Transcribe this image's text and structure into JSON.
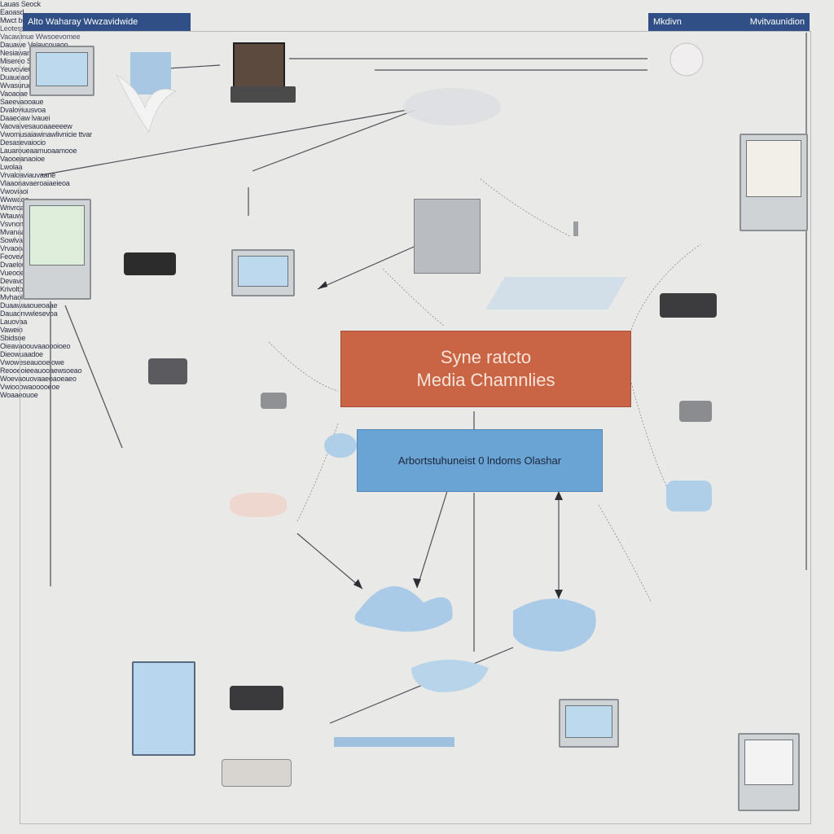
{
  "top_left_banner": "Alto Waharay Wwzavidwide",
  "top_right_banner": {
    "left": "Mkdivn",
    "right": "Mvitvaunidion"
  },
  "center": {
    "title_line1": "Syne ratcto",
    "title_line2": "Media Chamnlies",
    "subtitle": "Arbortstuhuneist 0 lndoms Olashar"
  },
  "clouds": {
    "left_label": "Krivoltoweonel",
    "right_label": "Mvhaolvvroun"
  },
  "labels": {
    "top_laptop": "Lauas Seock",
    "top_right_small": "Eaoasd",
    "cloud_top": "Mwct bedlvees",
    "cloud_top_desc_1": "Leotessa neuwtvsd bvaes aoaudoaaue",
    "cloud_top_desc_2": "Vacawinue Wwsoevomee",
    "left_desc_1": "Dauawe Velavcouaoo",
    "left_desc_2": "Nesiawan erveve",
    "laptop_caption": "Misereo Suoa Mexe",
    "server_desc_1": "Vwomusaiawinawlivnicie ttvar",
    "server_desc_2": "Desasevaiocio",
    "server_desc_3": "Lauaroueaamuoaamooe",
    "server_label": "Vaooeanaoioe",
    "server_small": "Lwolaa",
    "monitor_mid_label": "Vlaaonavaeroaiaeieoa",
    "monitor_mid_caption": "Vwoviaoi",
    "left_device_label": "Vrvaloaviauvaane",
    "left_small_1": "Wwwaoo",
    "left_small_2": "Wrivroaviaaviavoiiove",
    "left_edge": "Wtauwaiws",
    "left_mid_1": "Vsvnon",
    "left_mid_2": "Mvanaauo",
    "bottom_mid_label": "Sowlvaaouoeoe",
    "right_col_1": "Yeuvovieu",
    "right_col_2": "Duaueaobolauvw",
    "right_col_3": "Wvasurueruvoee",
    "right_col_4": "Vaoaoae",
    "right_col_5": "Saeevaooaue",
    "right_col_6": "Dvaloviuusvoa",
    "right_col_7": "Daaeoaw lvauei",
    "right_col_8": "Vaovaivesauoaaeeeew",
    "right_col_9": "Vrvaooa",
    "right_col_10": "Feovewa",
    "right_col_11": "Dvaelouwoun",
    "right_col_12": "Vueooeuee",
    "right_col_13": "Devavovao",
    "bottom_left_1": "Duaawaaoueoaae",
    "bottom_left_2": "Dauaonvwlesevoa",
    "bottom_left_3": "Lauovaa",
    "bottom_left_4": "Vaweio",
    "bottom_left_5": "Oieavaoouvaaoooioeo",
    "bottom_left_6": "Dieowuaadoe",
    "tablet_label": "Sbidsoe",
    "bottom_center_1": "Vwoweseauooeiowe",
    "bottom_center_2": "Reooeoieeauooaewsoeao",
    "bottom_center_3": "Woevaouovaaeoaoeaeo",
    "bottom_right_1": "Vwiooowaooooeoe",
    "bottom_right_2": "Woaaeouoe"
  }
}
